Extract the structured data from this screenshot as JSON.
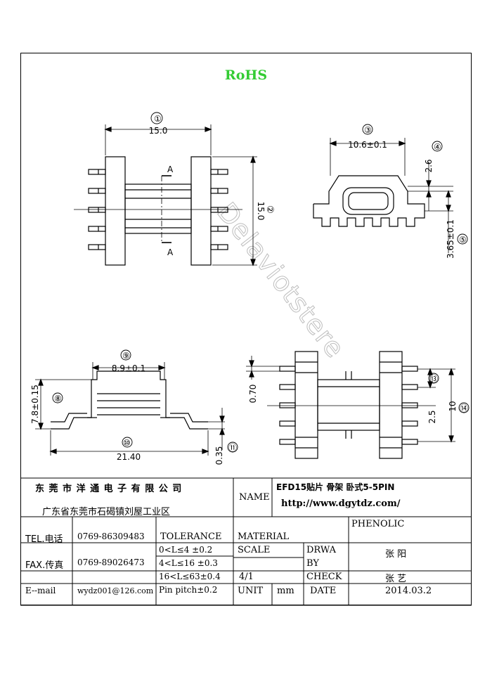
{
  "header": {
    "rohs": "RoHS",
    "rohs_color": "#33cc33"
  },
  "watermark": "Delaviotstere",
  "views": {
    "front": {
      "tag": "①",
      "dim": "15.0",
      "height_dim": "15.0",
      "height_tag": "②",
      "section_top": "A",
      "section_bottom": "A"
    },
    "side": {
      "tag": "③",
      "dim": "10.6±0.1",
      "tag_top": "④",
      "dim_top": "2.6",
      "dim_bottom": "3.65±0.1",
      "tag_bottom": "⑤"
    },
    "end": {
      "tag_width": "⑨",
      "dim_width": "8.9±0.1",
      "tag_height": "⑧",
      "dim_height": "7.8±0.15",
      "tag_total": "⑩",
      "dim_total": "21.40",
      "dim_foot": "0.35",
      "tag_foot": "⑪"
    },
    "bottom": {
      "dim_pin": "0.70",
      "tag_pitch": "⑬",
      "dim_pitch": "2.5",
      "dim_span": "10",
      "tag_span": "⑭"
    }
  },
  "title_block": {
    "company": "东 莞 市 洋 通 电 子 有 限 公 司",
    "address": "广东省东莞市石碣镇刘屋工业区",
    "name_label": "NAME",
    "product": "EFD15贴片 骨架 卧式5-5PIN",
    "url": "http://www.dgytdz.com/",
    "tel_label": "TEL.电话",
    "tel": "0769-86309483",
    "fax_label": "FAX.传真",
    "fax": "0769-89026473",
    "email_label": "E--mail",
    "email": "wydz001@126.com",
    "tolerance_label": "TOLERANCE",
    "tol1": "0<L≤4   ±0.2",
    "tol2": "4<L≤16  ±0.3",
    "tol3": "16<L≤63±0.4",
    "tol4": "Pin pitch±0.2",
    "material_label": "MATERIAL",
    "material": "PHENOLIC",
    "scale_label": "SCALE",
    "scale": "4/1",
    "drawn_label_1": "DRWA",
    "drawn_label_2": "BY",
    "drawn_by": "张  阳",
    "check_label": "CHECK",
    "checked_by": "张  艺",
    "unit_label": "UNIT",
    "unit": "mm",
    "date_label": "DATE",
    "date": "2014.03.2"
  }
}
